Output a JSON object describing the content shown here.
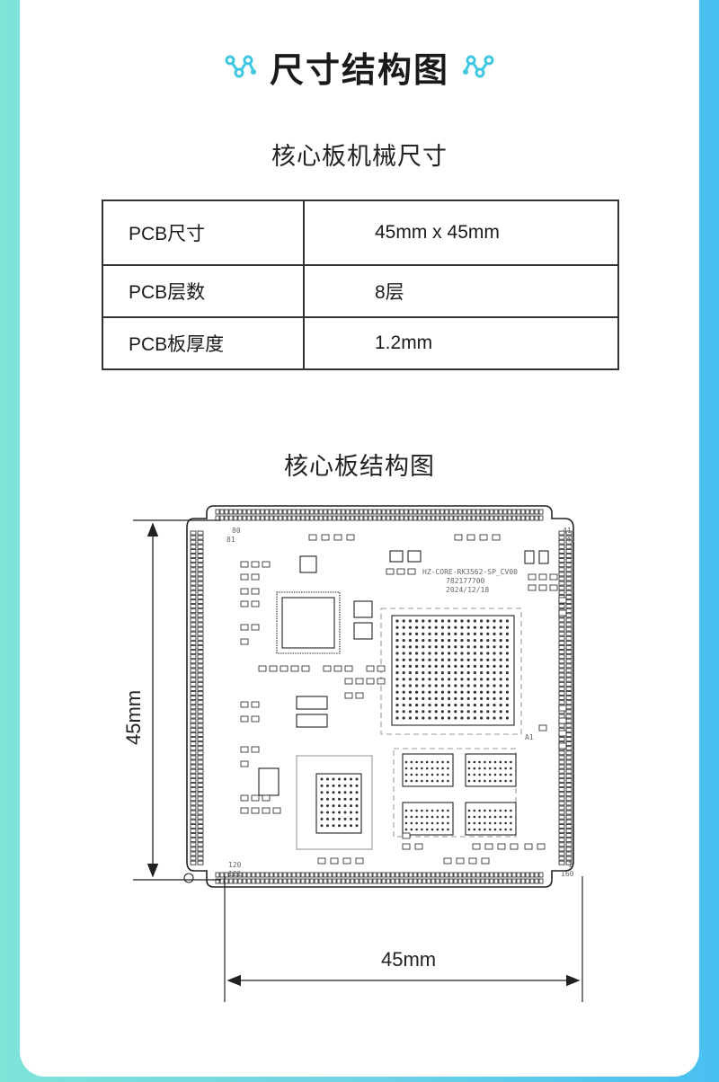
{
  "header": {
    "title": "尺寸结构图",
    "left_icon": "network-nodes-icon",
    "right_icon": "network-nodes-icon"
  },
  "section1": {
    "title": "核心板机械尺寸"
  },
  "spec_table": [
    {
      "key": "PCB尺寸",
      "value": "45mm x 45mm"
    },
    {
      "key": "PCB层数",
      "value": "8层"
    },
    {
      "key": "PCB板厚度",
      "value": "1.2mm"
    }
  ],
  "section2": {
    "title": "核心板结构图"
  },
  "board": {
    "silkscreen": {
      "model": "HZ-CORE-RK3562-SP_CV00",
      "serial": "782177700",
      "date": "2024/12/18",
      "pin_a1": "A1",
      "pin_80": "80",
      "pin_81": "81",
      "pin_41": "41",
      "pin_40": "40",
      "pin_120": "120",
      "pin_121": "121",
      "pin_160": "160",
      "pin_1": "1"
    },
    "height_label": "45mm",
    "width_label": "45mm"
  },
  "colors": {
    "accent": "#3fc6e0",
    "background_left": "#7fe3d8",
    "background_right": "#48c0f0"
  }
}
